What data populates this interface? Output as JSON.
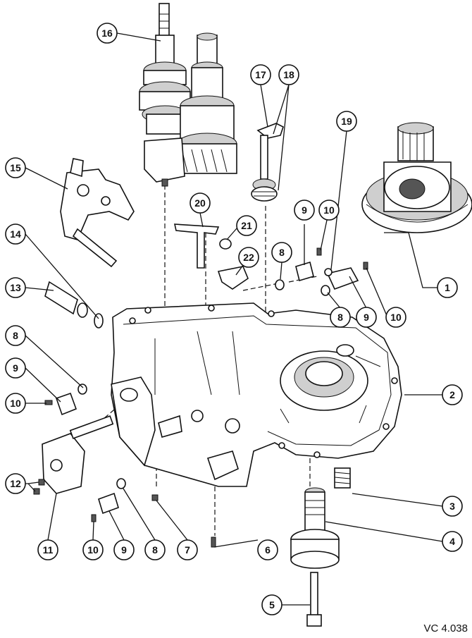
{
  "reference_code": "VC 4.038",
  "callouts": [
    {
      "id": "c16",
      "label": "16"
    },
    {
      "id": "c17",
      "label": "17"
    },
    {
      "id": "c18",
      "label": "18"
    },
    {
      "id": "c19",
      "label": "19"
    },
    {
      "id": "c15",
      "label": "15"
    },
    {
      "id": "c20",
      "label": "20"
    },
    {
      "id": "c21",
      "label": "21"
    },
    {
      "id": "c22",
      "label": "22"
    },
    {
      "id": "c14",
      "label": "14"
    },
    {
      "id": "c13",
      "label": "13"
    },
    {
      "id": "c9a",
      "label": "9"
    },
    {
      "id": "c10a",
      "label": "10"
    },
    {
      "id": "c8a",
      "label": "8"
    },
    {
      "id": "c8b",
      "label": "8"
    },
    {
      "id": "c9b",
      "label": "9"
    },
    {
      "id": "c10b",
      "label": "10"
    },
    {
      "id": "c1",
      "label": "1"
    },
    {
      "id": "c8c",
      "label": "8"
    },
    {
      "id": "c9c",
      "label": "9"
    },
    {
      "id": "c10c",
      "label": "10"
    },
    {
      "id": "c2",
      "label": "2"
    },
    {
      "id": "c12",
      "label": "12"
    },
    {
      "id": "c3",
      "label": "3"
    },
    {
      "id": "c4",
      "label": "4"
    },
    {
      "id": "c11",
      "label": "11"
    },
    {
      "id": "c10d",
      "label": "10"
    },
    {
      "id": "c9d",
      "label": "9"
    },
    {
      "id": "c8d",
      "label": "8"
    },
    {
      "id": "c7",
      "label": "7"
    },
    {
      "id": "c6",
      "label": "6"
    },
    {
      "id": "c5",
      "label": "5"
    }
  ]
}
